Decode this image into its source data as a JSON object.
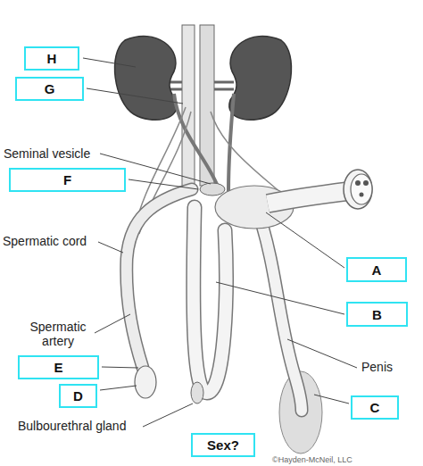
{
  "diagram": {
    "nodes": [
      {
        "text": [
          "H"
        ]
      },
      {
        "text": [
          "G"
        ]
      },
      {
        "text": [
          "F"
        ]
      },
      {
        "text": [
          "A"
        ]
      },
      {
        "text": [
          "B"
        ]
      },
      {
        "text": [
          "E"
        ]
      },
      {
        "text": [
          "D"
        ]
      },
      {
        "text": [
          "C"
        ]
      },
      {
        "text": [
          "Sex?"
        ]
      }
    ],
    "labels": [
      "Seminal vesicle",
      "Spermatic cord",
      "Spermatic artery",
      "Penis",
      "Bulbourethral gland",
      "©Hayden-McNeil, LLC"
    ]
  }
}
